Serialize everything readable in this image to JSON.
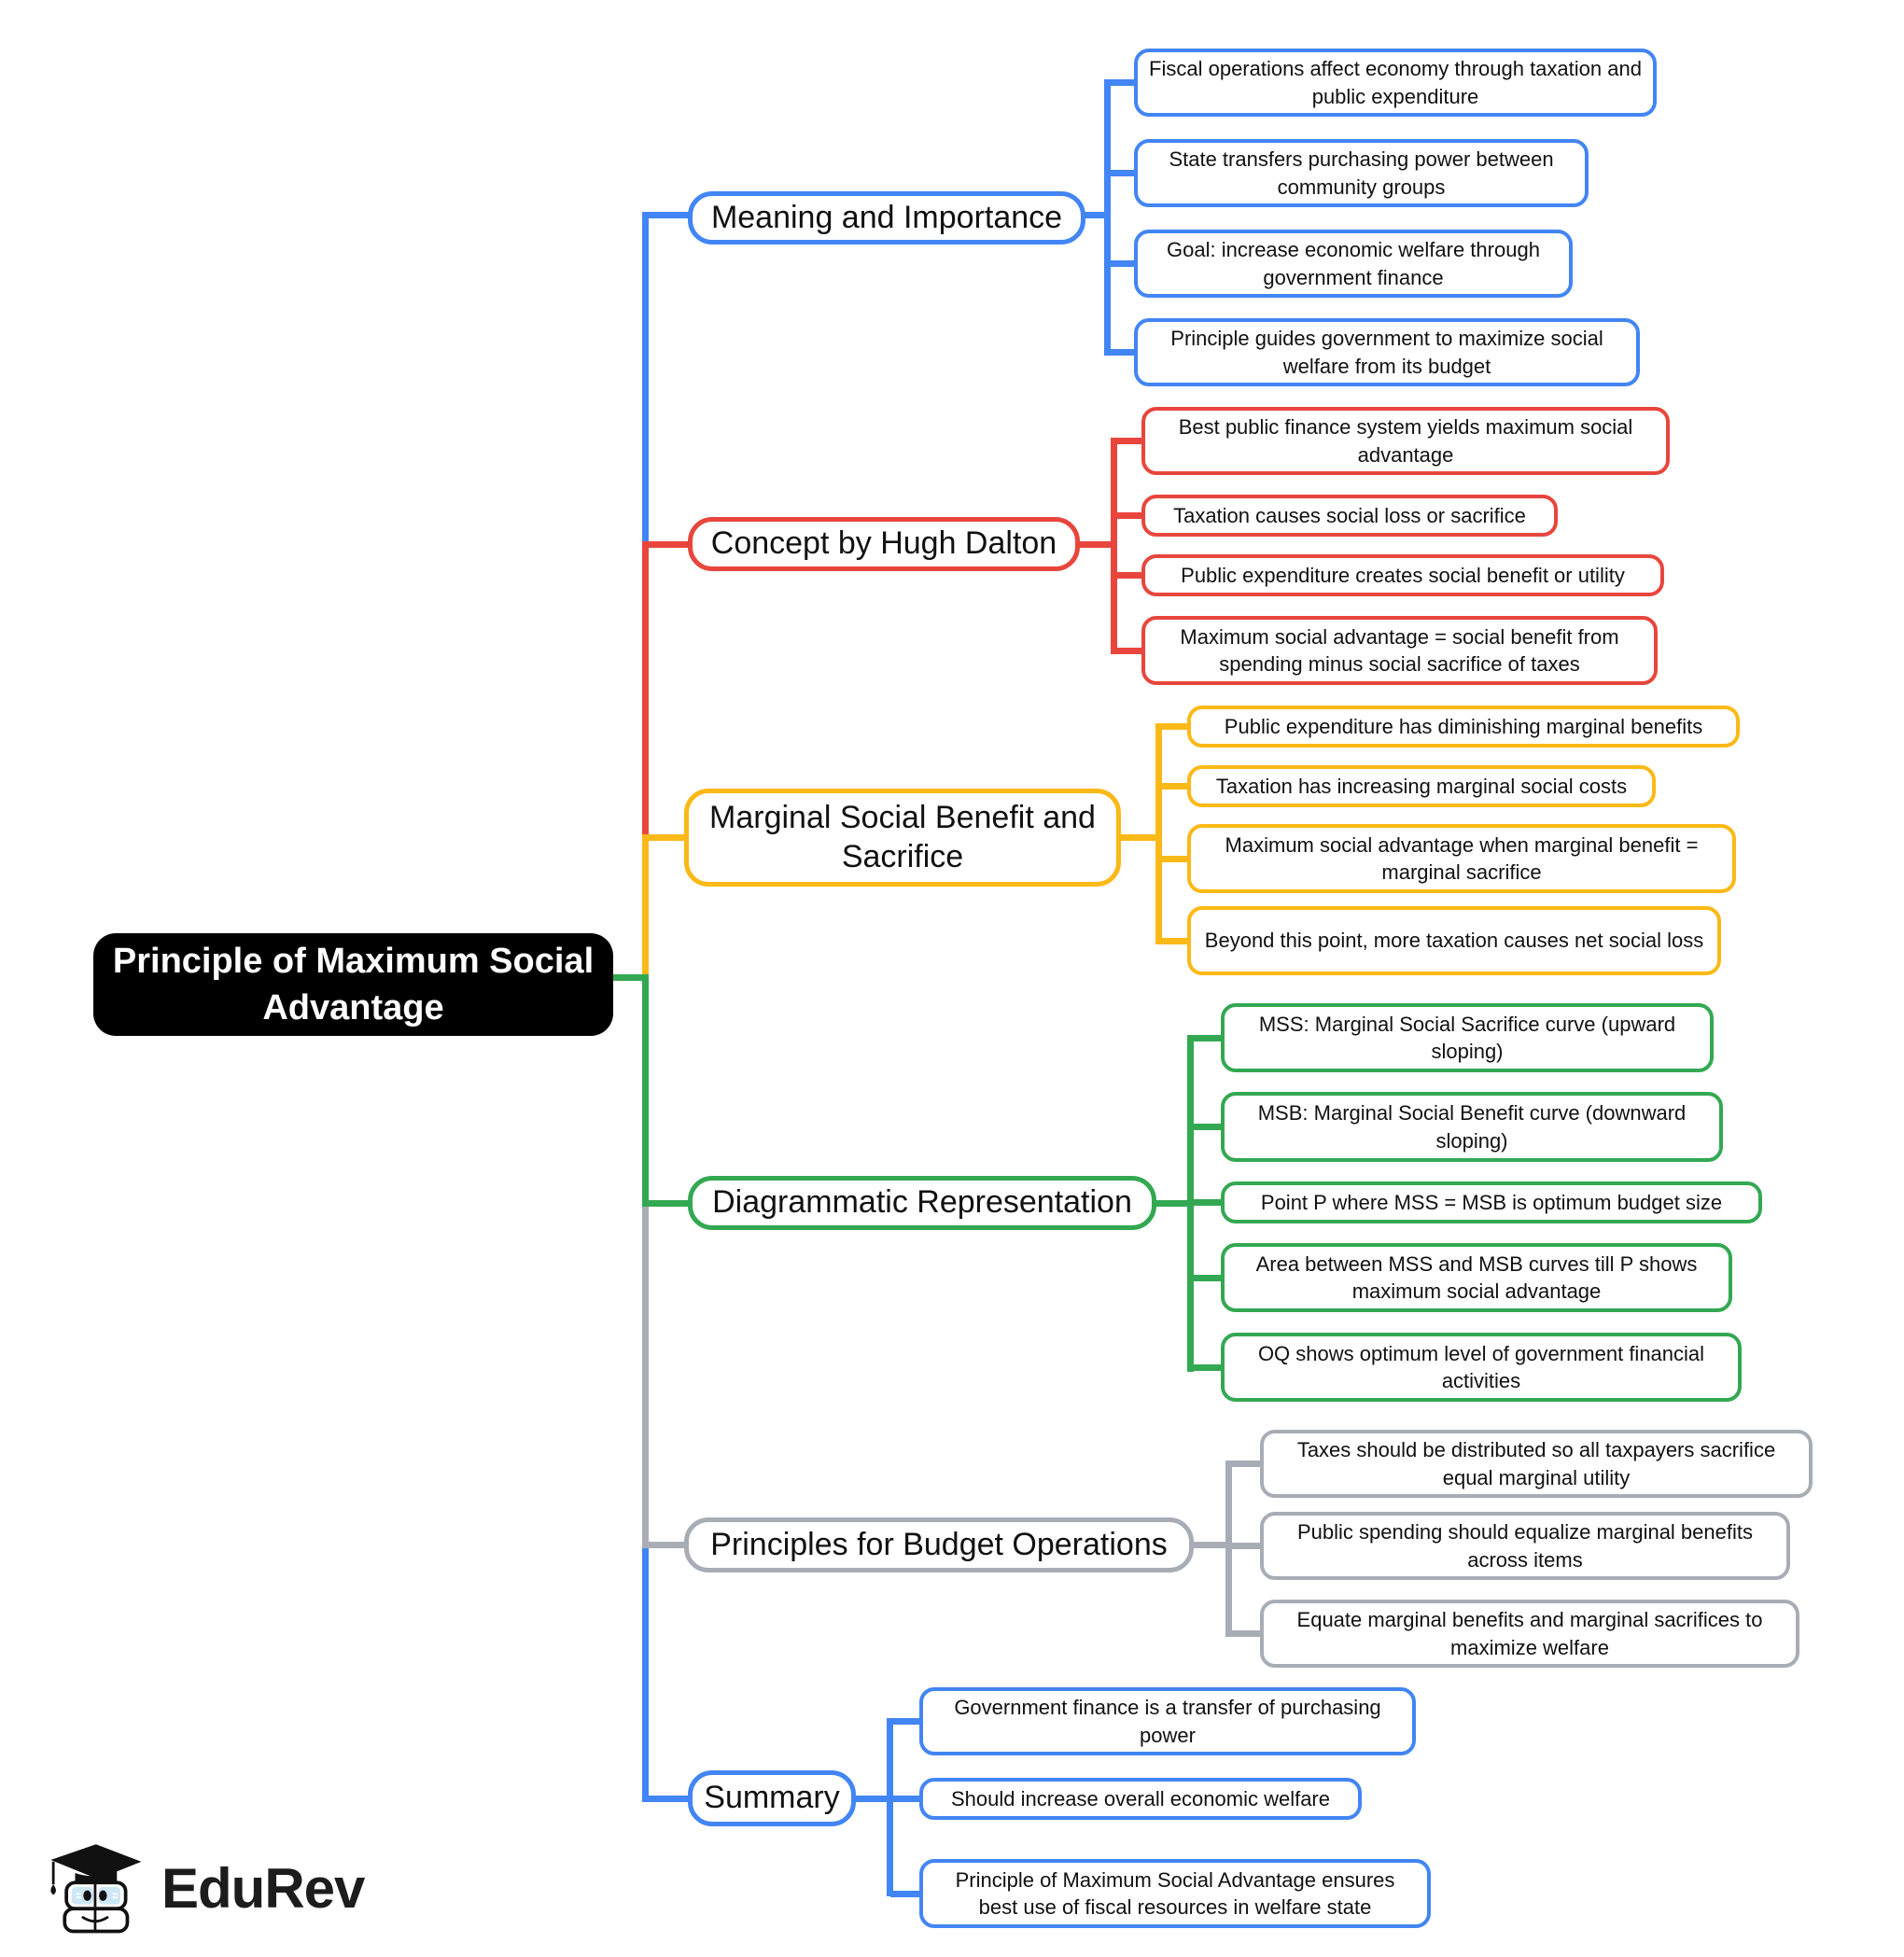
{
  "root": {
    "label": "Principle of Maximum Social Advantage"
  },
  "branches": [
    {
      "label": "Meaning and Importance",
      "color": "#4285F4",
      "children": [
        "Fiscal operations affect economy through taxation and public expenditure",
        "State transfers purchasing power between community groups",
        "Goal: increase economic welfare through government finance",
        "Principle guides government to maximize social welfare from its budget"
      ]
    },
    {
      "label": "Concept by Hugh Dalton",
      "color": "#E8463D",
      "children": [
        "Best public finance system yields maximum social advantage",
        "Taxation causes social loss or sacrifice",
        "Public expenditure creates social benefit or utility",
        "Maximum social advantage = social benefit from spending minus social sacrifice of taxes"
      ]
    },
    {
      "label": "Marginal Social Benefit and Sacrifice",
      "color": "#FBB917",
      "children": [
        "Public expenditure has diminishing marginal benefits",
        "Taxation has increasing marginal social costs",
        "Maximum social advantage when marginal benefit = marginal sacrifice",
        "Beyond this point, more taxation causes net social loss"
      ]
    },
    {
      "label": "Diagrammatic Representation",
      "color": "#33A852",
      "children": [
        "MSS: Marginal Social Sacrifice curve (upward sloping)",
        "MSB: Marginal Social Benefit curve (downward sloping)",
        "Point P where MSS = MSB is optimum budget size",
        "Area between MSS and MSB curves till P shows maximum social advantage",
        "OQ shows optimum level of government financial activities"
      ]
    },
    {
      "label": "Principles for Budget Operations",
      "color": "#A8ADB5",
      "children": [
        "Taxes should be distributed so all taxpayers sacrifice equal marginal utility",
        "Public spending should equalize marginal benefits across items",
        "Equate marginal benefits and marginal sacrifices to maximize welfare"
      ]
    },
    {
      "label": "Summary",
      "color": "#4285F4",
      "children": [
        "Government finance is a transfer of purchasing power",
        "Should increase overall economic welfare",
        "Principle of Maximum Social Advantage ensures best use of fiscal resources in welfare state"
      ]
    }
  ],
  "logo": {
    "brand": "EduRev"
  },
  "colors": {
    "blue": "#4285F4",
    "red": "#E8463D",
    "yellow": "#FBB917",
    "green": "#33A852",
    "gray": "#A8ADB5",
    "root_bg": "#000000",
    "root_text": "#FFFFFF"
  }
}
